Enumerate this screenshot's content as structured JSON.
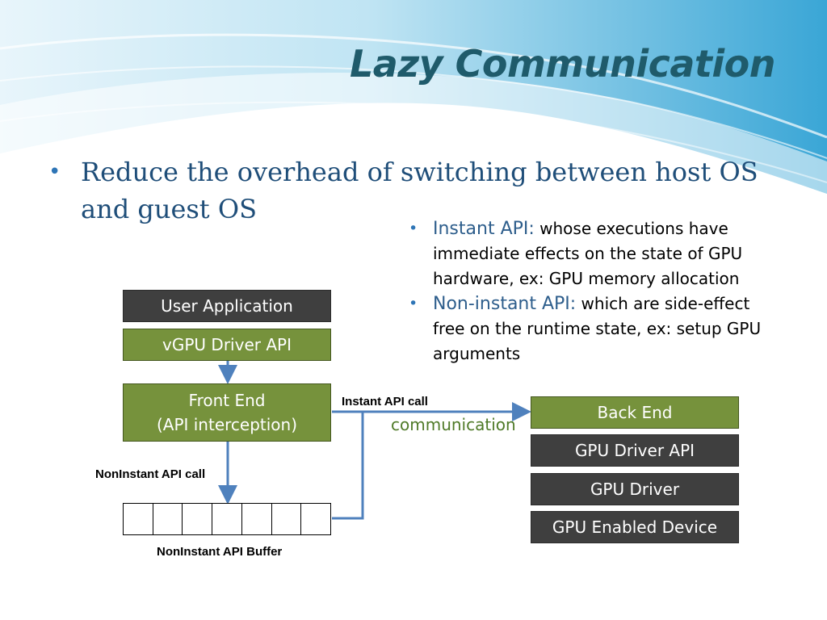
{
  "slide": {
    "title": "Lazy Communication",
    "main_bullet": "Reduce the overhead of switching between host OS and guest OS",
    "sub_bullets": [
      {
        "label": "Instant API:",
        "text": " whose executions have immediate effects on the state of GPU hardware, ex: GPU memory allocation"
      },
      {
        "label": "Non-instant API:",
        "text": " which are side-effect free on the runtime state, ex: setup GPU arguments"
      }
    ]
  },
  "diagram": {
    "guest": {
      "user_application": "User Application",
      "vgpu_driver_api": "vGPU Driver API",
      "front_end_line1": "Front End",
      "front_end_line2": "(API interception)"
    },
    "host": {
      "back_end": "Back End",
      "gpu_driver_api": "GPU Driver API",
      "gpu_driver": "GPU Driver",
      "gpu_enabled_device": "GPU Enabled Device"
    },
    "labels": {
      "instant_api_call": "Instant API call",
      "communication": "communication",
      "noninstant_api_call": "NonInstant API call",
      "noninstant_api_buffer": "NonInstant API Buffer"
    },
    "buffer_cells": 7,
    "colors": {
      "dark_box": "#3f3f3f",
      "green_box": "#76923c",
      "arrow": "#4f81bd",
      "title": "#1f5b6b"
    }
  }
}
